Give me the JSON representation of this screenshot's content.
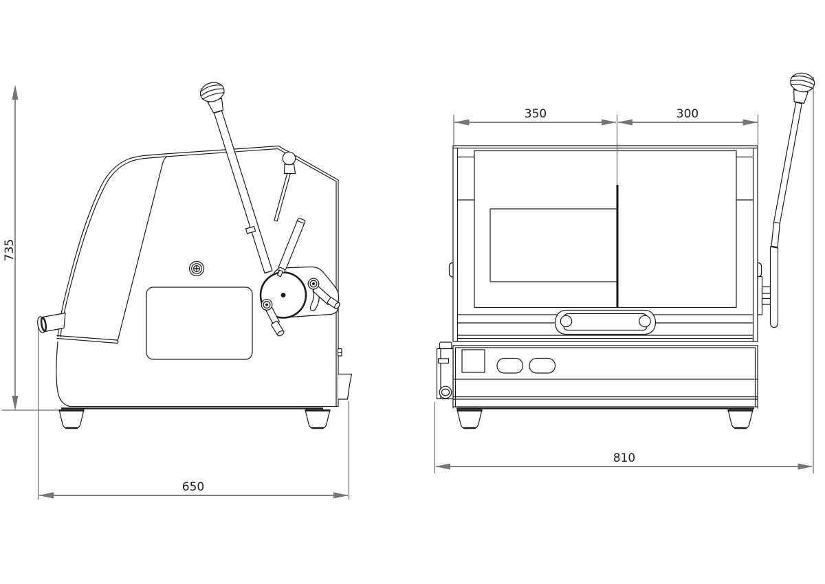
{
  "dims": {
    "side_height": "735",
    "side_depth": "650",
    "front_left_section": "350",
    "front_right_section": "300",
    "front_overall_width": "810"
  },
  "colors": {
    "background": "#ffffff",
    "line": "#1a1a1a",
    "dimension": "#757575",
    "text": "#1f1f1f"
  }
}
